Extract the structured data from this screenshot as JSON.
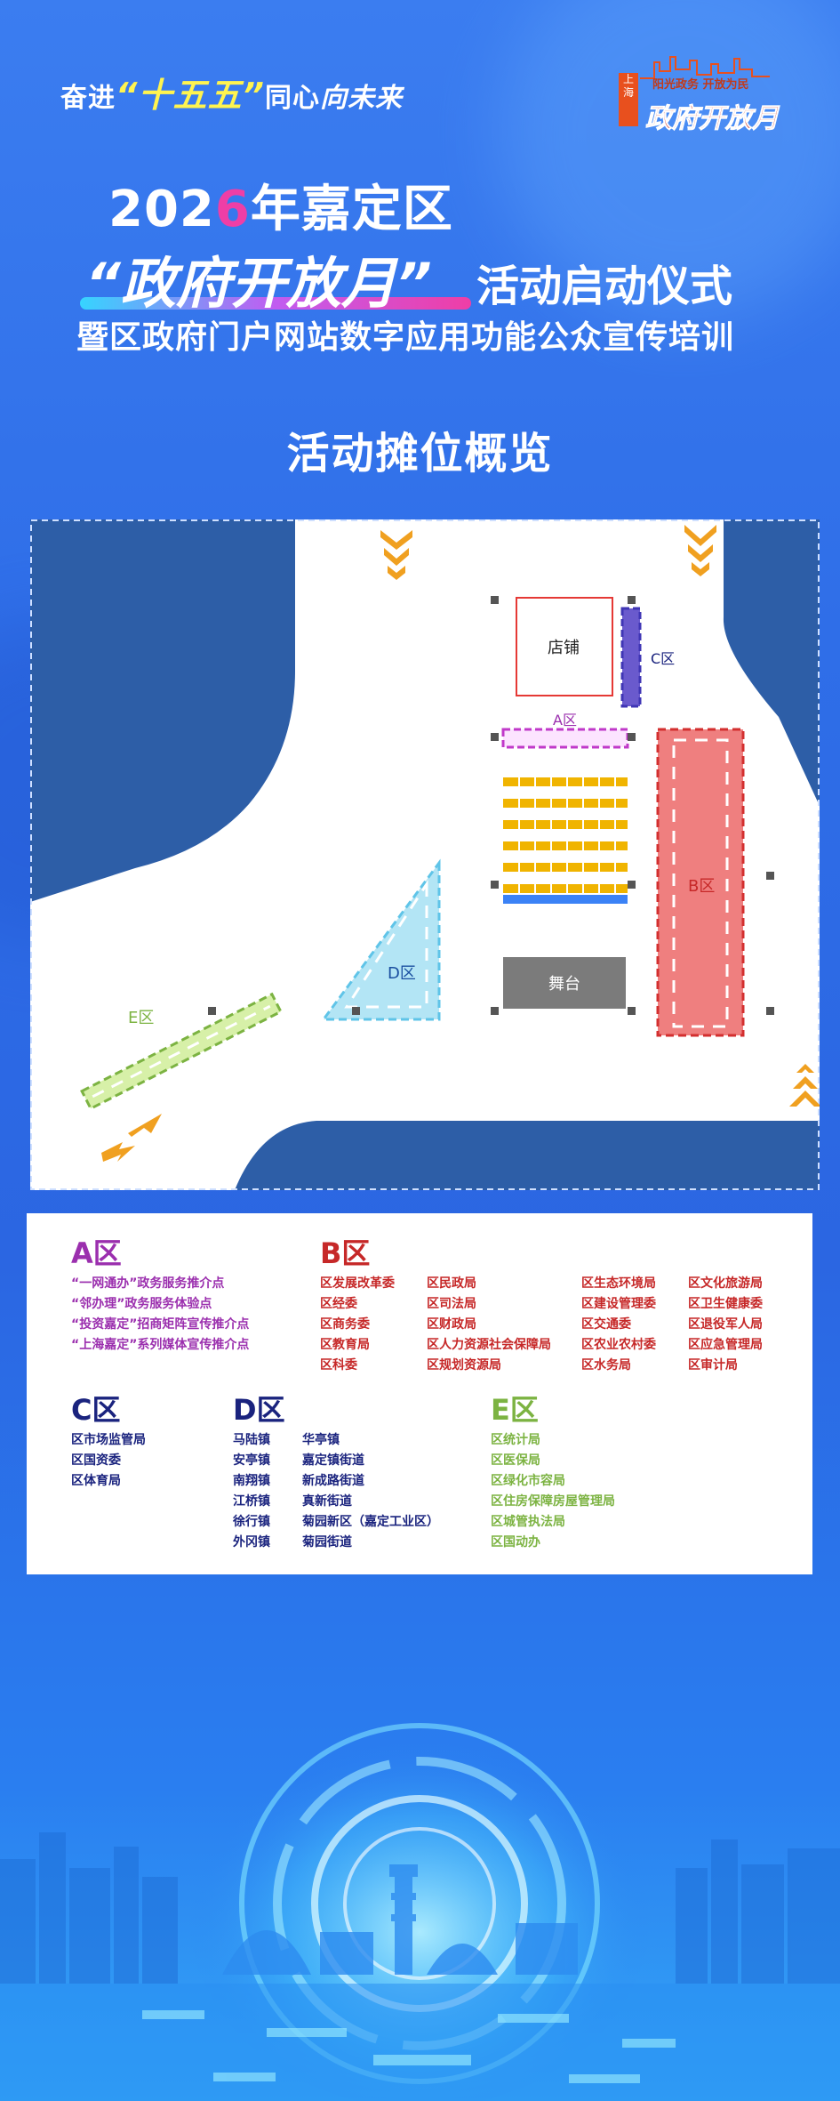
{
  "header": {
    "slogan_prefix": "奋进",
    "slogan_highlight": "“十五五”",
    "slogan_mid": "同心",
    "slogan_end": "向未来",
    "logo_tagline": "阳光政务 开放为民",
    "logo_title": "政府开放月",
    "logo_side": "上海",
    "title_year_a": "202",
    "title_year_b": "6",
    "title_suffix": "年嘉定区",
    "title_main": "“政府开放月”",
    "title_main_tail": "活动启动仪式",
    "title_sub": "暨区政府门户网站数字应用功能公众宣传培训",
    "section_title": "活动摊位概览"
  },
  "map": {
    "store_label": "店铺",
    "stage_label": "舞台",
    "zone_a_label": "A区",
    "zone_b_label": "B区",
    "zone_c_label": "C区",
    "zone_d_label": "D区",
    "zone_e_label": "E区"
  },
  "legend": {
    "a": {
      "title": "A区",
      "items": [
        "“一网通办”政务服务推介点",
        "“邻办理”政务服务体验点",
        "“投资嘉定”招商矩阵宣传推介点",
        "“上海嘉定”系列媒体宣传推介点"
      ]
    },
    "b": {
      "title": "B区",
      "col1": [
        "区发展改革委",
        "区经委",
        "区商务委",
        "区教育局",
        "区科委"
      ],
      "col2": [
        "区民政局",
        "区司法局",
        "区财政局",
        "区人力资源社会保障局",
        "区规划资源局"
      ],
      "col3": [
        "区生态环境局",
        "区建设管理委",
        "区交通委",
        "区农业农村委",
        "区水务局"
      ],
      "col4": [
        "区文化旅游局",
        "区卫生健康委",
        "区退役军人局",
        "区应急管理局",
        "区审计局"
      ]
    },
    "c": {
      "title": "C区",
      "items": [
        "区市场监管局",
        "区国资委",
        "区体育局"
      ]
    },
    "d": {
      "title": "D区",
      "col1": [
        "马陆镇",
        "安亭镇",
        "南翔镇",
        "江桥镇",
        "徐行镇",
        "外冈镇"
      ],
      "col2": [
        "华亭镇",
        "嘉定镇街道",
        "新成路街道",
        "真新街道",
        "菊园新区（嘉定工业区）",
        "菊园街道"
      ]
    },
    "e": {
      "title": "E区",
      "items": [
        "区统计局",
        "区医保局",
        "区绿化市容局",
        "区住房保障房屋管理局",
        "区城管执法局",
        "区国动办"
      ]
    }
  },
  "colors": {
    "zone_a": "#9b2fae",
    "zone_b": "#c62828",
    "zone_c": "#1a237e",
    "zone_d": "#1a237e",
    "zone_e": "#7cb342",
    "road_dark": "#2d5ea7"
  }
}
